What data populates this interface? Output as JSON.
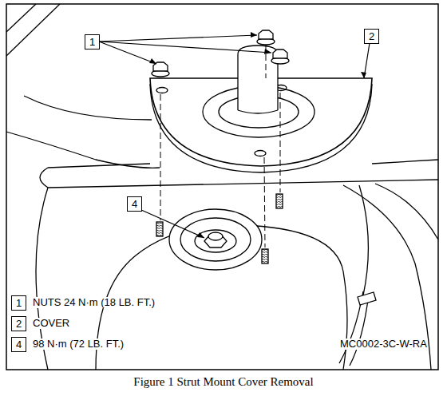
{
  "diagram": {
    "caption": "Figure 1 Strut Mount Cover Removal",
    "nodes": [
      {
        "text": [
          "1"
        ]
      },
      {
        "text": [
          "2"
        ]
      },
      {
        "text": [
          "4"
        ]
      },
      {
        "text": [
          "1"
        ]
      },
      {
        "text": [
          "2"
        ]
      },
      {
        "text": [
          "4"
        ]
      }
    ],
    "labels": [
      "NUTS 24 N·m (18 LB. FT.)",
      "COVER",
      "98 N·m (72 LB. FT.)",
      "MC0002-3C-W-RA"
    ]
  }
}
